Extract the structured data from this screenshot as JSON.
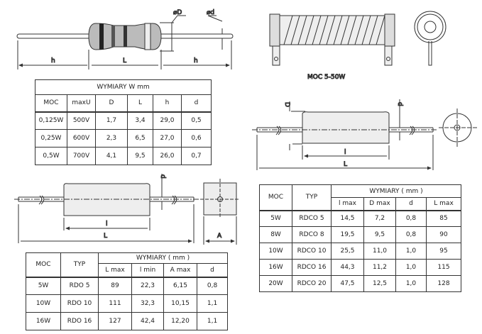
{
  "drawing1": {
    "dia_D": "⌀D",
    "dia_d": "⌀d",
    "h_left": "h",
    "L": "L",
    "h_right": "h"
  },
  "drawing2": {
    "caption": "MOC 5-50W"
  },
  "drawing3": {
    "D": "D",
    "d": "d",
    "l": "l",
    "L": "L"
  },
  "drawing4": {
    "d": "d",
    "l": "l",
    "L": "L",
    "A": "A"
  },
  "table1": {
    "title": "WYMIARY W mm",
    "headers": [
      "MOC",
      "maxU",
      "D",
      "L",
      "h",
      "d"
    ],
    "rows": [
      [
        "0,125W",
        "500V",
        "1,7",
        "3,4",
        "29,0",
        "0,5"
      ],
      [
        "0,25W",
        "600V",
        "2,3",
        "6,5",
        "27,0",
        "0,6"
      ],
      [
        "0,5W",
        "700V",
        "4,1",
        "9,5",
        "26,0",
        "0,7"
      ]
    ]
  },
  "table2": {
    "moc": "MOC",
    "typ": "TYP",
    "group": "WYMIARY ( mm )",
    "headers": [
      "L max",
      "l min",
      "A max",
      "d"
    ],
    "rows": [
      [
        "5W",
        "RDO 5",
        "89",
        "22,3",
        "6,15",
        "0,8"
      ],
      [
        "10W",
        "RDO 10",
        "111",
        "32,3",
        "10,15",
        "1,1"
      ],
      [
        "16W",
        "RDO 16",
        "127",
        "42,4",
        "12,20",
        "1,1"
      ]
    ]
  },
  "table3": {
    "moc": "MOC",
    "typ": "TYP",
    "group": "WYMIARY ( mm )",
    "headers": [
      "l max",
      "D max",
      "d",
      "L max"
    ],
    "rows": [
      [
        "5W",
        "RDCO 5",
        "14,5",
        "7,2",
        "0,8",
        "85"
      ],
      [
        "8W",
        "RDCO 8",
        "19,5",
        "9,5",
        "0,8",
        "90"
      ],
      [
        "10W",
        "RDCO 10",
        "25,5",
        "11,0",
        "1,0",
        "95"
      ],
      [
        "16W",
        "RDCO 16",
        "44,3",
        "11,2",
        "1,0",
        "115"
      ],
      [
        "20W",
        "RDCO 20",
        "47,5",
        "12,5",
        "1,0",
        "128"
      ]
    ]
  }
}
